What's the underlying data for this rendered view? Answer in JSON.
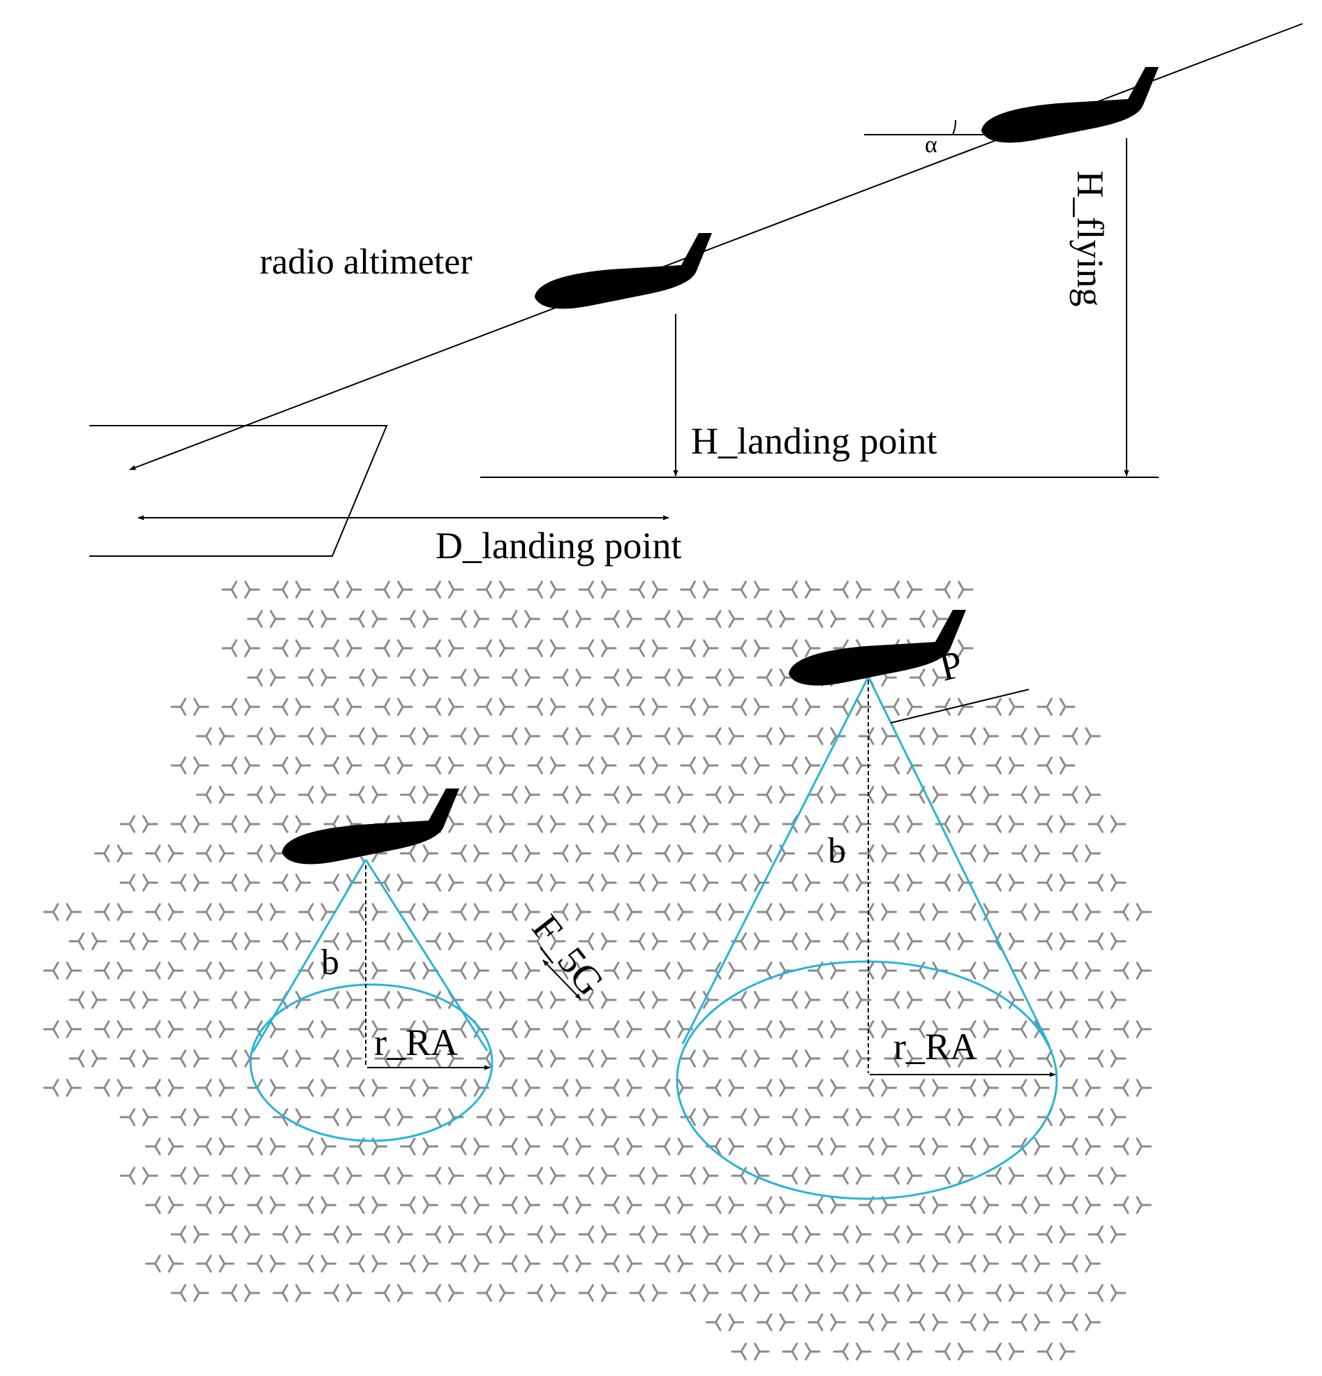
{
  "labels": {
    "radio_altimeter": "radio altimeter",
    "alpha": "α",
    "h_flying": "H_flying",
    "h_landing_point": "H_landing point",
    "d_landing_point": "D_landing point",
    "p": "P",
    "b_left": "b",
    "b_right": "b",
    "r_ra_left": "r_RA",
    "r_ra_right": "r_RA",
    "f_5g": "F_5G"
  },
  "colors": {
    "lines": "#000000",
    "cone": "#2bb3d6",
    "hex_grid": "#8a8a8a",
    "background": "#ffffff"
  },
  "icons": {
    "aircraft": "airplane-silhouette-icon",
    "cell": "tri-sector-antenna-icon"
  }
}
